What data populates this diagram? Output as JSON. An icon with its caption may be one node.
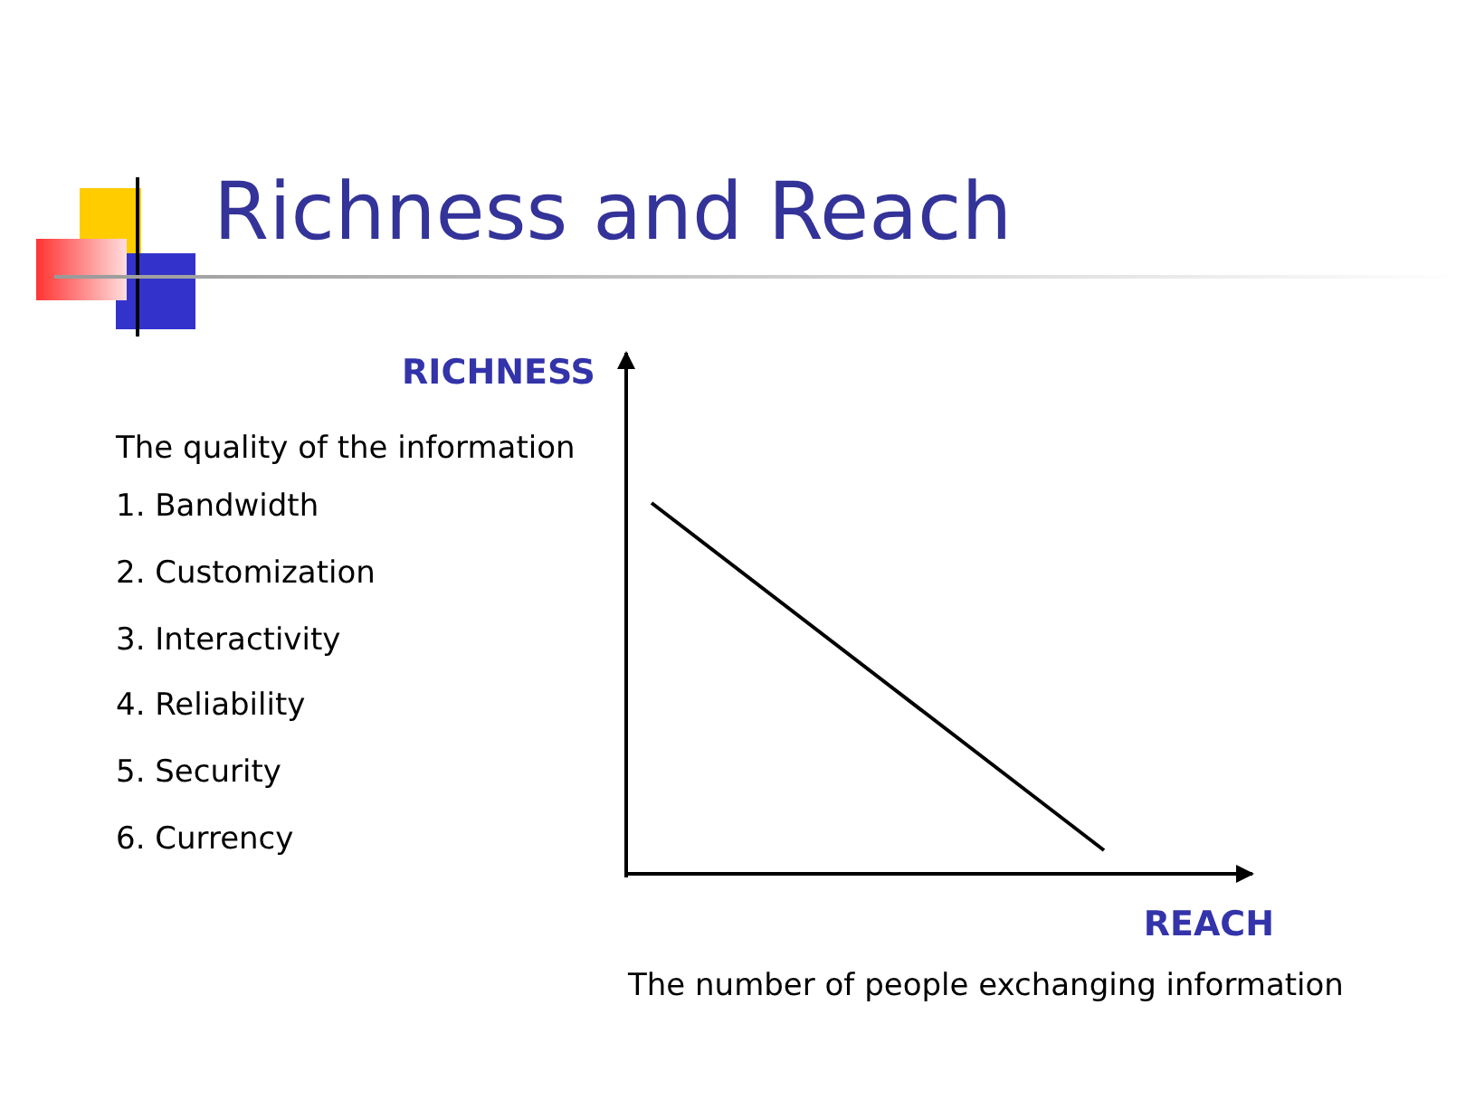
{
  "diagram": {
    "title": "Richness and Reach",
    "labels": [
      "RICHNESS",
      "The quality of the information",
      "1. Bandwidth",
      "2. Customization",
      "3. Interactivity",
      "4. Reliability",
      "5. Security",
      "6. Currency",
      "REACH",
      "The number of people exchanging information"
    ]
  }
}
